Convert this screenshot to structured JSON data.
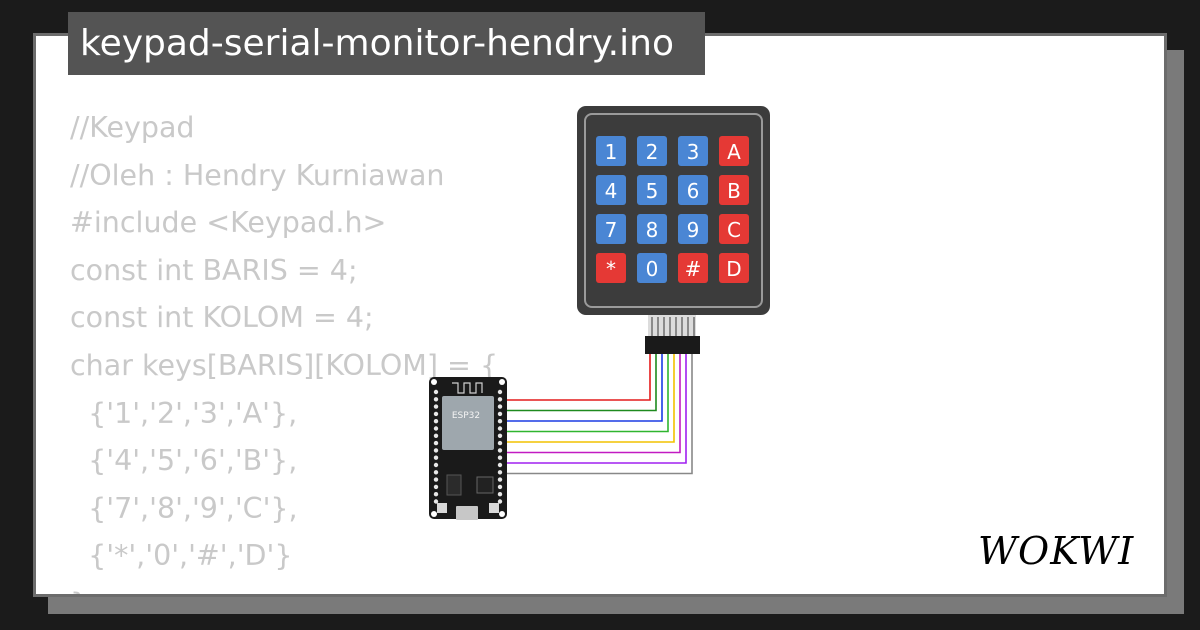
{
  "project": {
    "filename": "keypad-serial-monitor-hendry.ino"
  },
  "code": {
    "lines": [
      "//Keypad",
      "//Oleh : Hendry Kurniawan",
      "#include <Keypad.h>",
      "const int BARIS = 4;",
      "const int KOLOM = 4;",
      "char keys[BARIS][KOLOM] = {",
      "  {'1','2','3','A'},",
      "  {'4','5','6','B'},",
      "  {'7','8','9','C'},",
      "  {'*','0','#','D'}",
      "};"
    ]
  },
  "keypad": {
    "keys": [
      [
        "1",
        "2",
        "3",
        "A"
      ],
      [
        "4",
        "5",
        "6",
        "B"
      ],
      [
        "7",
        "8",
        "9",
        "C"
      ],
      [
        "*",
        "0",
        "#",
        "D"
      ]
    ],
    "colors": {
      "body": "#3c3c3c",
      "number_key": "#4a86d4",
      "function_key": "#e53935"
    }
  },
  "board": {
    "chip_label": "ESP32",
    "pcb_color": "#1a1a1a"
  },
  "wires": {
    "colors": [
      "#e41b1b",
      "#1e8a1e",
      "#1b3be4",
      "#2fb52f",
      "#f2c200",
      "#c21bc2",
      "#a020f0",
      "#888888"
    ]
  },
  "branding": {
    "logo_text": "WOKWI"
  }
}
